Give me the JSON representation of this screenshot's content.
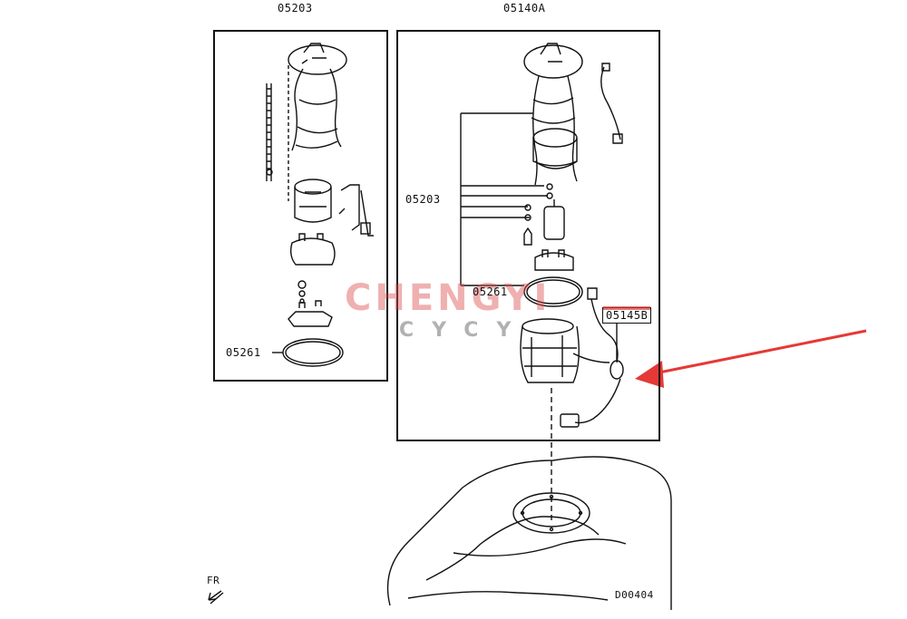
{
  "panel_left": {
    "title": "05203",
    "ring_label": "05261"
  },
  "panel_right": {
    "title": "05140A",
    "filter_label": "05203",
    "ring_label": "05261"
  },
  "callout_label": "05145B",
  "watermark": {
    "brand": "CHENGYI",
    "sub": "CYCY"
  },
  "footer": {
    "front_marker": "FR",
    "diagram_code": "D00404"
  },
  "colors": {
    "line": "#111111",
    "arrow": "#e53935",
    "watermark_red": "#dc5050",
    "watermark_grey": "#646464"
  }
}
